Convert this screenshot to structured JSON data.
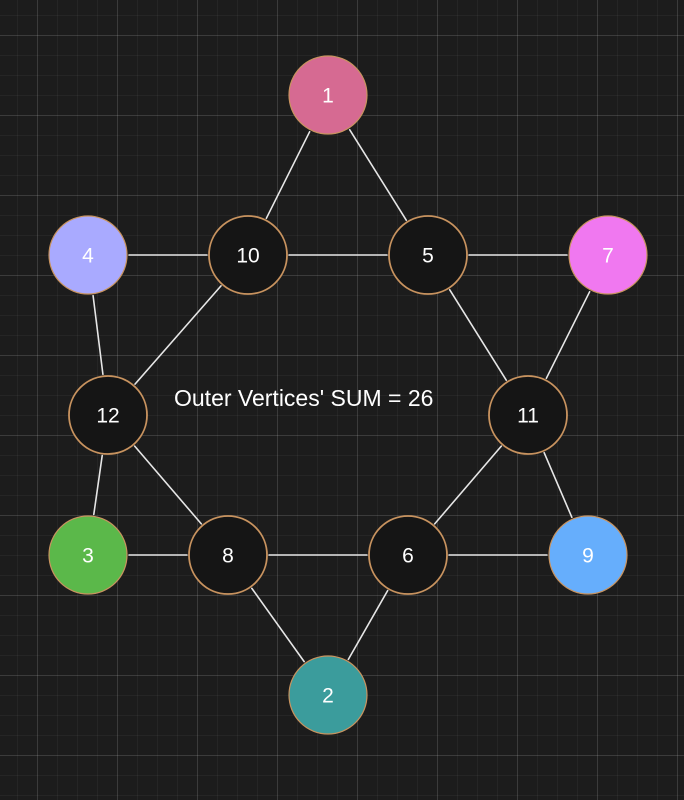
{
  "caption": "Outer Vertices' SUM = 26",
  "colors": {
    "background": "#1c1c1c",
    "inner_fill": "#151515",
    "inner_stroke": "#c8935f",
    "outer_stroke": "#c8935f",
    "edge": "#e6e6e6"
  },
  "nodes": [
    {
      "id": "n1",
      "label": "1",
      "kind": "outer",
      "fill": "#d66a92"
    },
    {
      "id": "n4",
      "label": "4",
      "kind": "outer",
      "fill": "#a9aaff"
    },
    {
      "id": "n10",
      "label": "10",
      "kind": "inner",
      "fill": "#151515"
    },
    {
      "id": "n5",
      "label": "5",
      "kind": "inner",
      "fill": "#151515"
    },
    {
      "id": "n7",
      "label": "7",
      "kind": "outer",
      "fill": "#f078f0"
    },
    {
      "id": "n12",
      "label": "12",
      "kind": "inner",
      "fill": "#151515"
    },
    {
      "id": "n11",
      "label": "11",
      "kind": "inner",
      "fill": "#151515"
    },
    {
      "id": "n3",
      "label": "3",
      "kind": "outer",
      "fill": "#5bb84a"
    },
    {
      "id": "n8",
      "label": "8",
      "kind": "inner",
      "fill": "#151515"
    },
    {
      "id": "n6",
      "label": "6",
      "kind": "inner",
      "fill": "#151515"
    },
    {
      "id": "n9",
      "label": "9",
      "kind": "outer",
      "fill": "#66aefc"
    },
    {
      "id": "n2",
      "label": "2",
      "kind": "outer",
      "fill": "#3b9c9c"
    }
  ],
  "edges": [
    [
      "n1",
      "n10"
    ],
    [
      "n1",
      "n5"
    ],
    [
      "n4",
      "n10"
    ],
    [
      "n10",
      "n5"
    ],
    [
      "n5",
      "n7"
    ],
    [
      "n4",
      "n12"
    ],
    [
      "n10",
      "n12"
    ],
    [
      "n5",
      "n11"
    ],
    [
      "n7",
      "n11"
    ],
    [
      "n12",
      "n3"
    ],
    [
      "n12",
      "n8"
    ],
    [
      "n11",
      "n6"
    ],
    [
      "n11",
      "n9"
    ],
    [
      "n3",
      "n8"
    ],
    [
      "n8",
      "n6"
    ],
    [
      "n6",
      "n9"
    ],
    [
      "n8",
      "n2"
    ],
    [
      "n6",
      "n2"
    ]
  ]
}
